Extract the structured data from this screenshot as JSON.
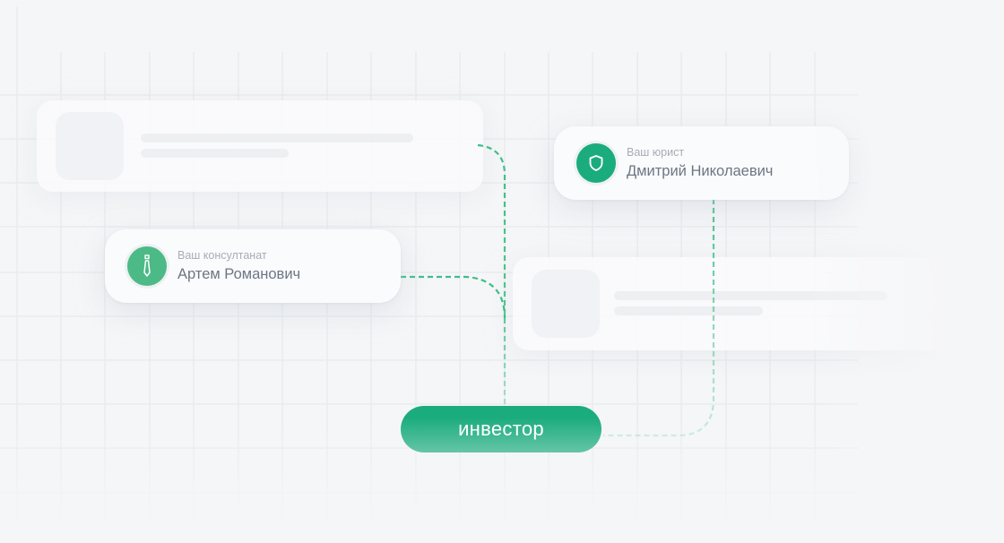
{
  "colors": {
    "accent": "#1bac7d",
    "accent_light": "#4cba86",
    "background": "#f5f6f8",
    "grid_line": "#e9ebf0",
    "role_text": "#a7acb7",
    "name_text": "#6e7584"
  },
  "cards": {
    "lawyer": {
      "role": "Ваш юрист",
      "name": "Дмитрий Николаевич",
      "icon": "shield-icon"
    },
    "consultant": {
      "role": "Ваш консултанат",
      "name": "Артем Романович",
      "icon": "tie-icon"
    }
  },
  "investor": {
    "label": "инвестор"
  },
  "placeholders": [
    {
      "position": "top-left",
      "lines": 2
    },
    {
      "position": "middle-right",
      "lines": 2
    }
  ]
}
